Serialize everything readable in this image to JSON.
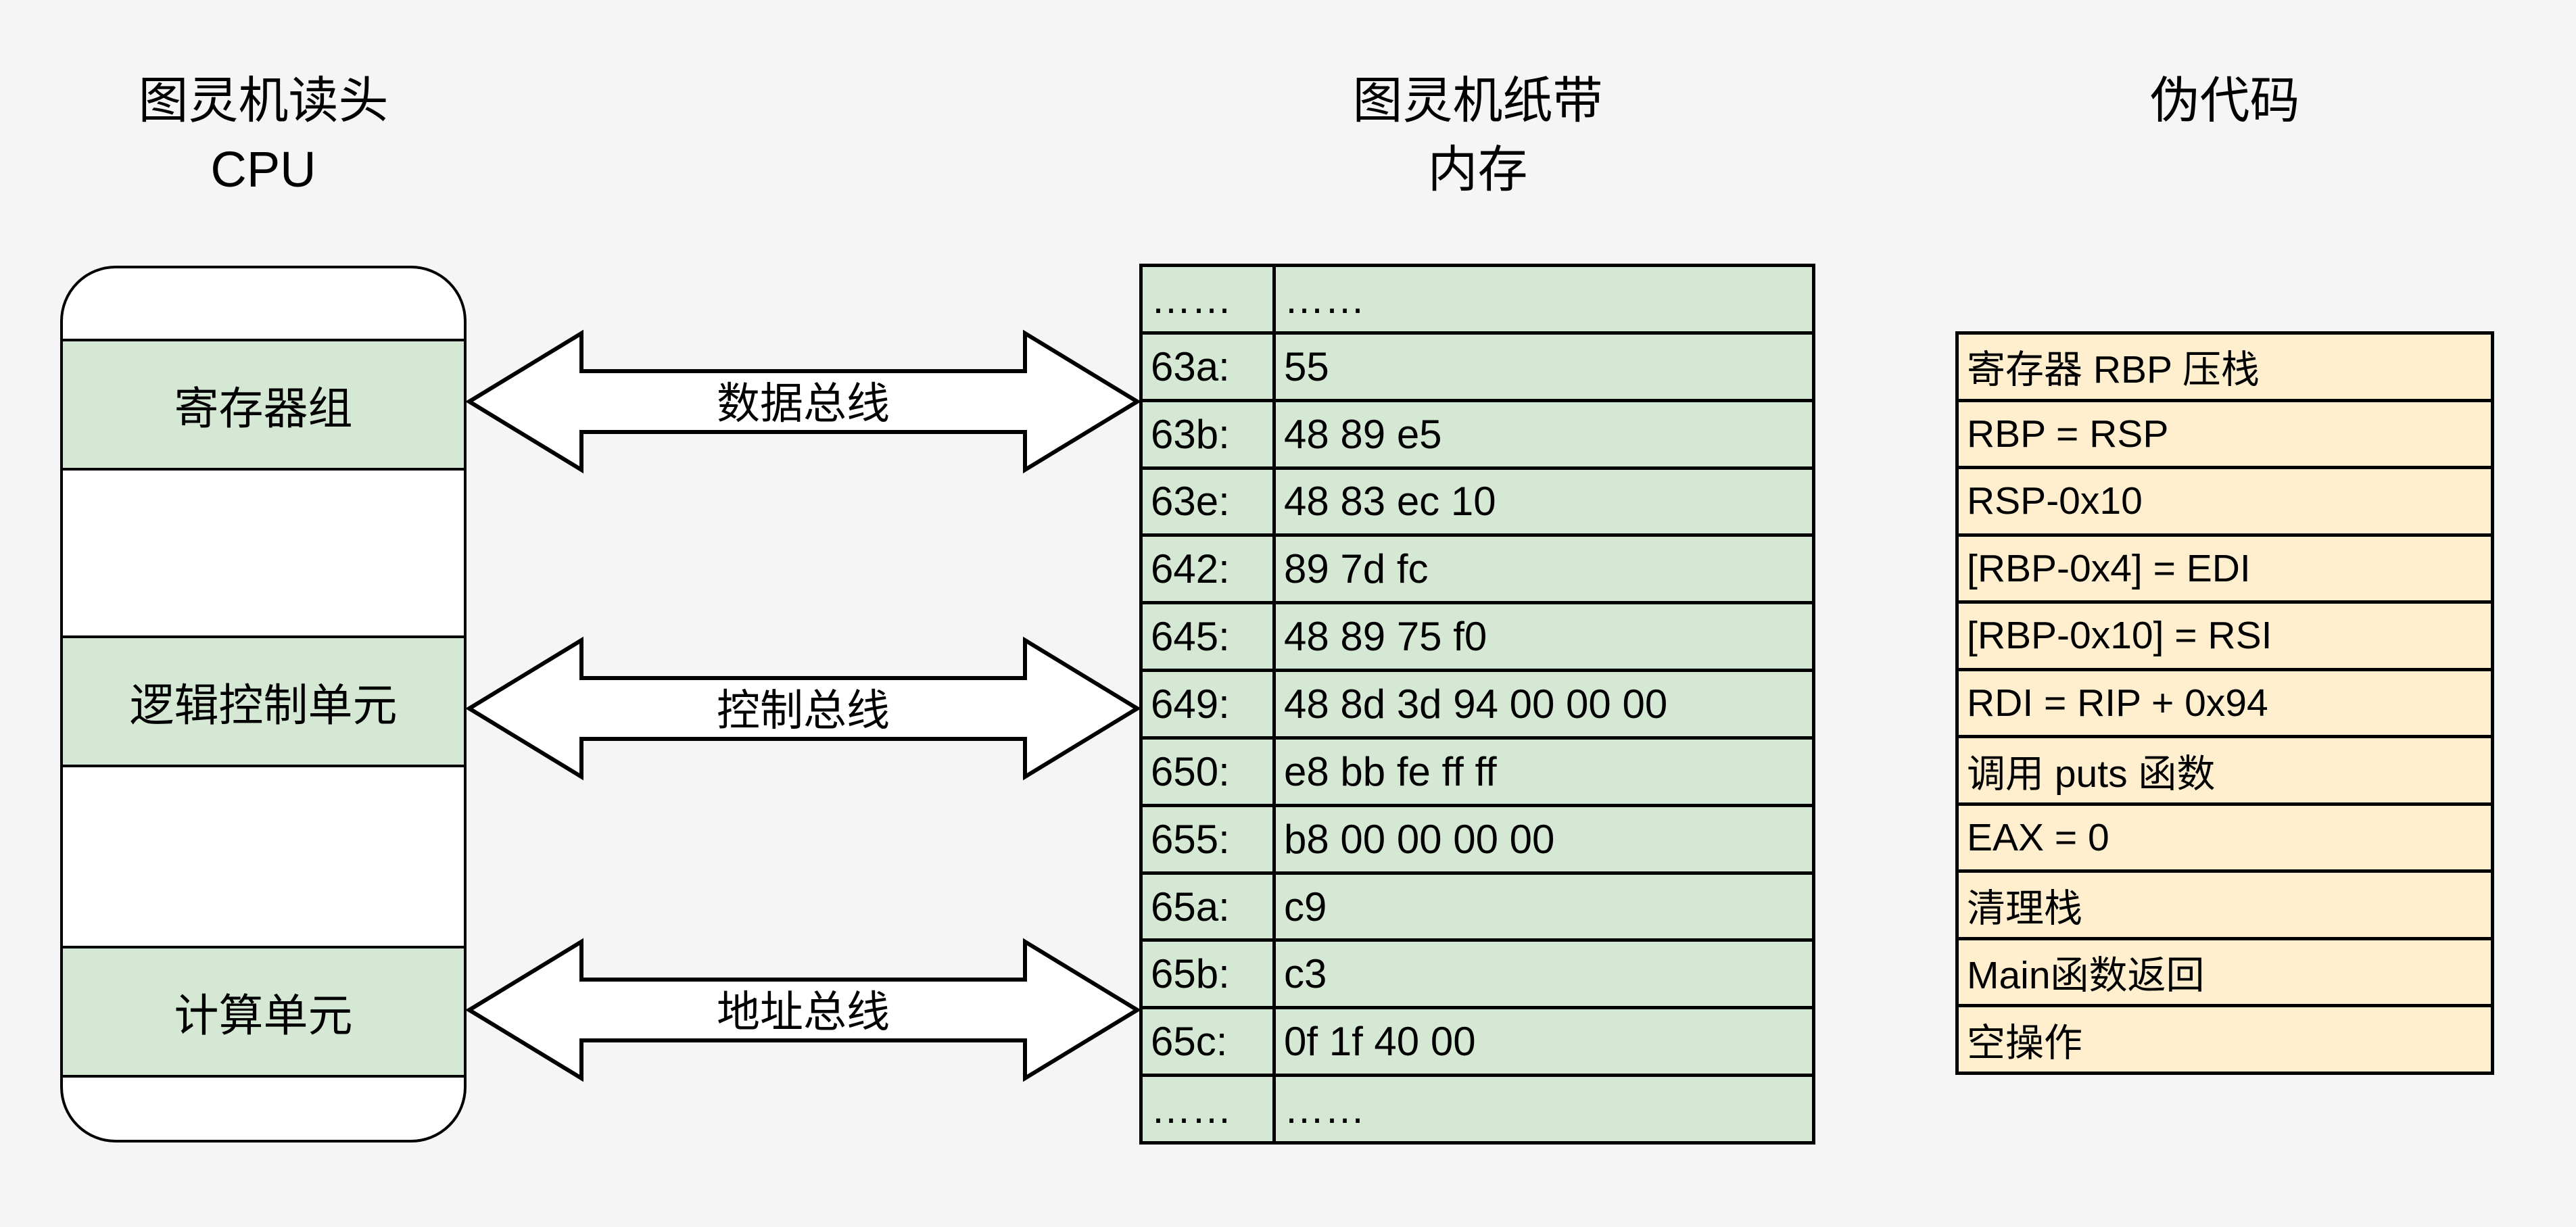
{
  "header": {
    "cpu_title": "图灵机读头\nCPU",
    "memory_title": "图灵机纸带\n内存",
    "pseudocode_title": "伪代码"
  },
  "cpu": {
    "units": [
      {
        "label": "寄存器组"
      },
      {
        "label": "逻辑控制单元"
      },
      {
        "label": "计算单元"
      }
    ]
  },
  "buses": [
    {
      "label": "数据总线"
    },
    {
      "label": "控制总线"
    },
    {
      "label": "地址总线"
    }
  ],
  "memory": {
    "rows": [
      {
        "address": "……",
        "bytes": "……"
      },
      {
        "address": "63a:",
        "bytes": "55"
      },
      {
        "address": "63b:",
        "bytes": "48 89 e5"
      },
      {
        "address": "63e:",
        "bytes": "48 83 ec 10"
      },
      {
        "address": "642:",
        "bytes": "89 7d fc"
      },
      {
        "address": "645:",
        "bytes": "48 89 75 f0"
      },
      {
        "address": "649:",
        "bytes": "48 8d 3d 94 00 00 00"
      },
      {
        "address": "650:",
        "bytes": "e8 bb fe ff ff"
      },
      {
        "address": "655:",
        "bytes": "b8 00 00 00 00"
      },
      {
        "address": "65a:",
        "bytes": "c9"
      },
      {
        "address": "65b:",
        "bytes": "c3"
      },
      {
        "address": "65c:",
        "bytes": "0f 1f 40 00"
      },
      {
        "address": "……",
        "bytes": "……"
      }
    ]
  },
  "pseudocode": {
    "rows": [
      "寄存器 RBP 压栈",
      "RBP = RSP",
      "RSP-0x10",
      "[RBP-0x4] = EDI",
      "[RBP-0x10] = RSI",
      "RDI = RIP + 0x94",
      "调用 puts 函数",
      "EAX = 0",
      "清理栈",
      "Main函数返回",
      "空操作"
    ]
  },
  "colors": {
    "background": "#f5f5f5",
    "green_fill": "#d5e8d4",
    "cream_fill": "#ffefce",
    "stroke": "#000000",
    "arrow_fill": "#ffffff"
  }
}
